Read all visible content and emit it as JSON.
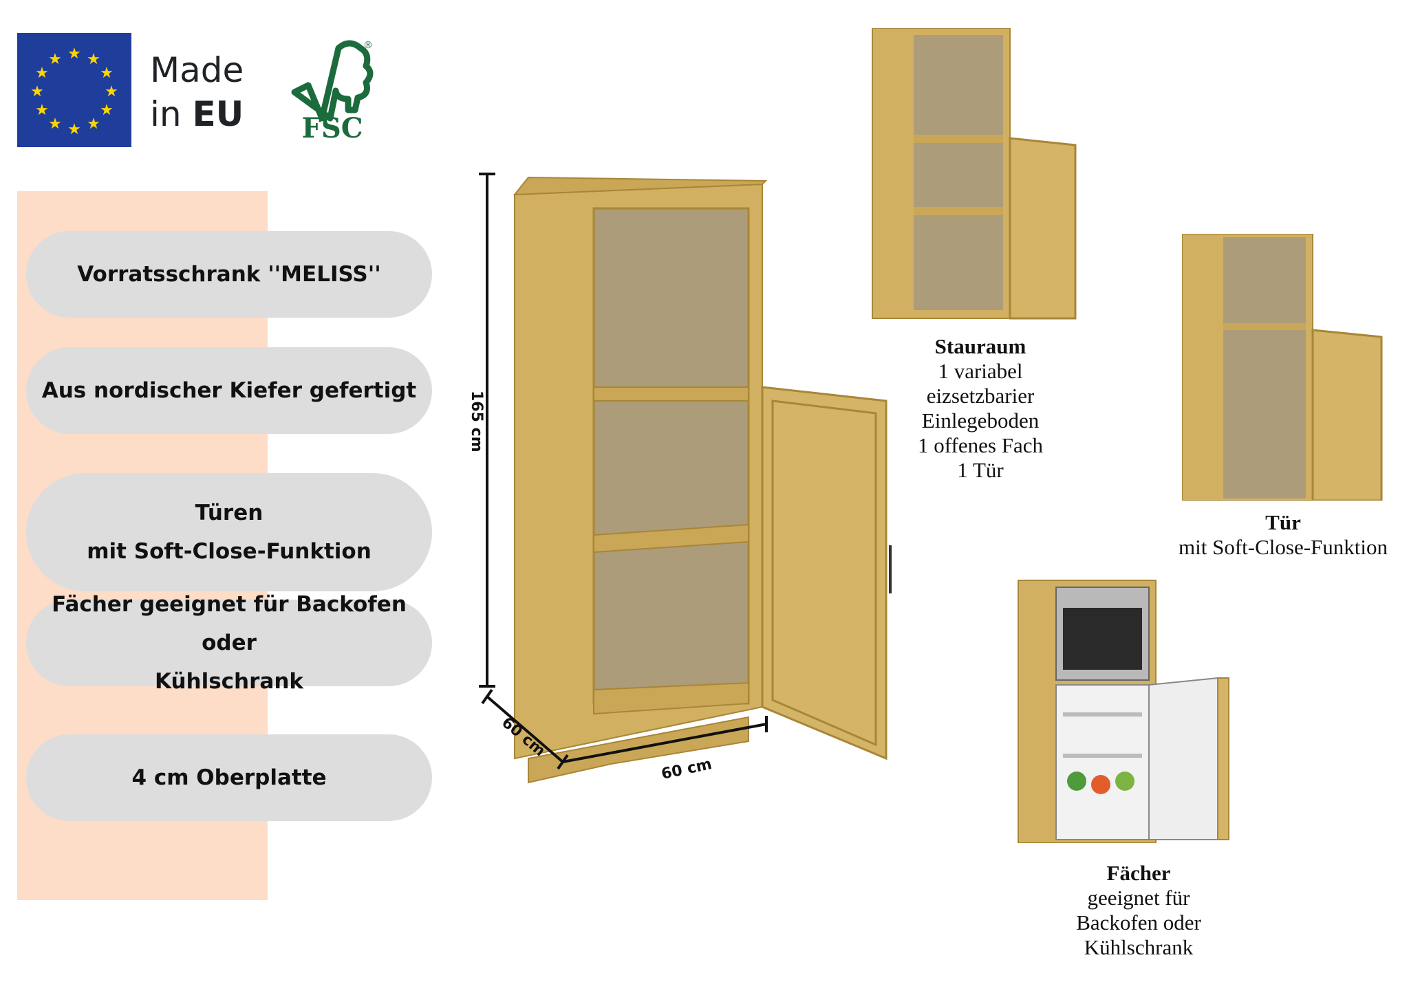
{
  "header": {
    "made_in_line1": "Made",
    "made_in_line2_prefix": "in ",
    "made_in_line2_bold": "EU",
    "fsc_label": "FSC",
    "fsc_mark": "®"
  },
  "features": [
    {
      "lines": [
        "Vorratsschrank ''MELISS''"
      ]
    },
    {
      "lines": [
        "Aus nordischer Kiefer gefertigt"
      ]
    },
    {
      "lines": [
        "Türen",
        "mit Soft-Close-Funktion"
      ]
    },
    {
      "lines": [
        "Fächer geeignet für Backofen oder",
        "Kühlschrank"
      ]
    },
    {
      "lines": [
        "4 cm Oberplatte"
      ]
    }
  ],
  "dimensions": {
    "height": "165 cm",
    "depth": "60 cm",
    "width": "60 cm"
  },
  "captions": {
    "storage": {
      "title": "Stauraum",
      "lines": [
        "1 variabel",
        "eizsetzbarier",
        "Einlegeboden",
        "1 offenes Fach",
        "1 Tür"
      ]
    },
    "door": {
      "title": "Tür",
      "lines": [
        "mit Soft-Close-Funktion"
      ]
    },
    "compartments": {
      "title": "Fächer",
      "lines": [
        "geeignet für",
        "Backofen oder",
        "Kühlschrank"
      ]
    }
  },
  "colors": {
    "eu_blue": "#1f3e9c",
    "eu_star": "#ffd500",
    "fsc_green": "#1c6b3c",
    "peach": "#fddcc8",
    "pill": "#dddddd",
    "pine": "#c9a756"
  }
}
